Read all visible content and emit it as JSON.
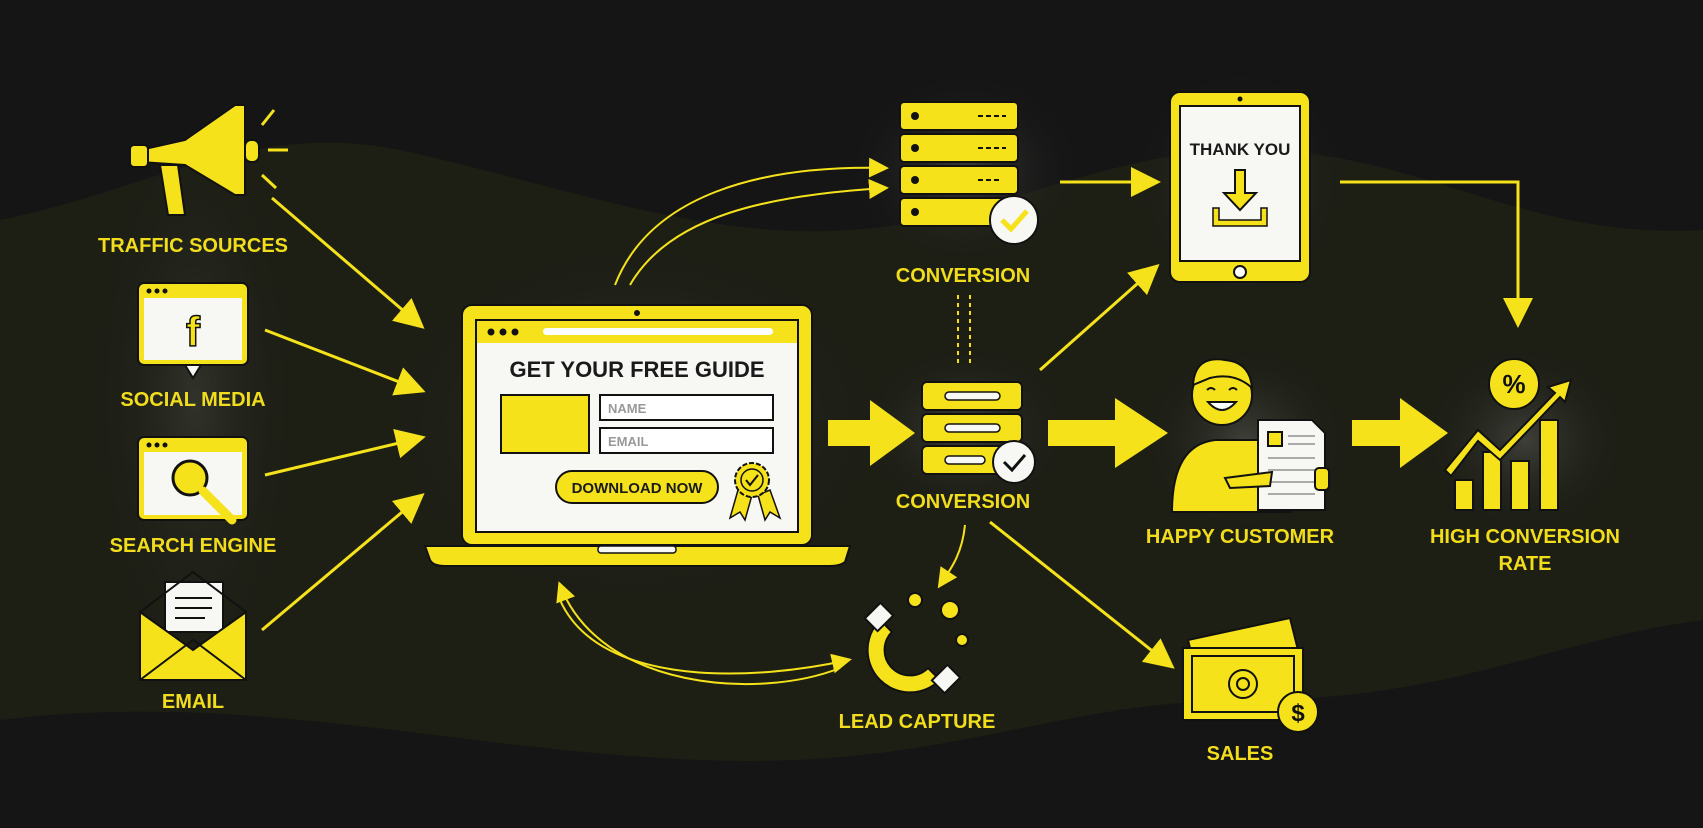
{
  "colors": {
    "accent": "#f5e21a",
    "background": "#151515",
    "wave": "#1e1f15",
    "screen": "#f7f7f4",
    "ink": "#1a1a1a"
  },
  "sources": [
    {
      "label": "TRAFFIC SOURCES",
      "icon": "megaphone-icon"
    },
    {
      "label": "SOCIAL MEDIA",
      "icon": "facebook-window-icon",
      "glyph": "f"
    },
    {
      "label": "SEARCH ENGINE",
      "icon": "search-window-icon"
    },
    {
      "label": "EMAIL",
      "icon": "envelope-icon"
    }
  ],
  "landing_page": {
    "title": "GET YOUR FREE GUIDE",
    "name_placeholder": "NAME",
    "email_placeholder": "EMAIL",
    "button": "DOWNLOAD NOW"
  },
  "nodes": {
    "conversion_top": "CONVERSION",
    "conversion_mid": "CONVERSION",
    "thank_you": "THANK YOU",
    "lead_capture": "LEAD CAPTURE",
    "happy_customer": "HAPPY CUSTOMER",
    "sales": "SALES",
    "high_rate_line1": "HIGH CONVERSION",
    "high_rate_line2": "RATE",
    "percent": "%",
    "dollar": "$"
  }
}
